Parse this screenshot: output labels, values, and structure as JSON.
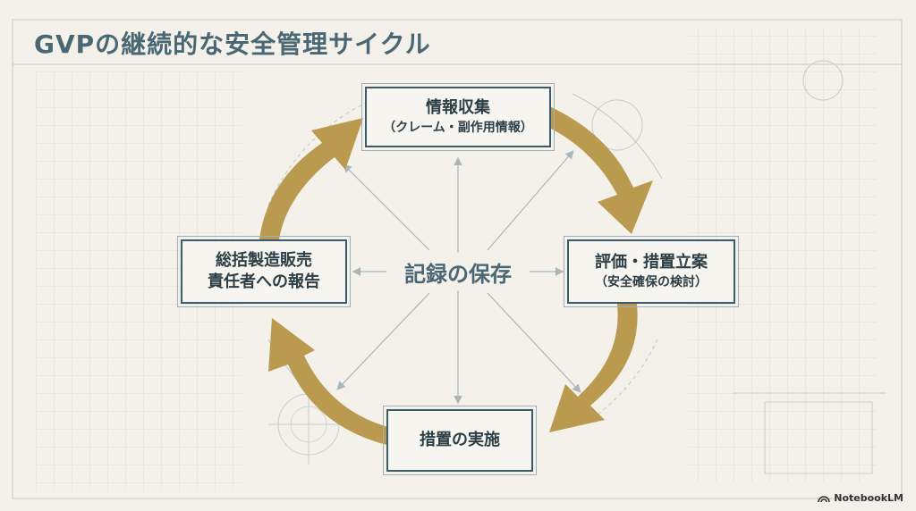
{
  "title": "GVPの継続的な安全管理サイクル",
  "center": "記録の保存",
  "steps": {
    "top": {
      "line1": "情報収集",
      "line2": "（クレーム・副作用情報）"
    },
    "right": {
      "line1": "評価・措置立案",
      "line2": "（安全確保の検討）"
    },
    "bottom": {
      "line1": "措置の実施"
    },
    "left": {
      "line1": "総括製造販売",
      "line2": "責任者への報告"
    }
  },
  "brand": "NotebookLM",
  "colors": {
    "accent_arrow": "#b99a4e",
    "title": "#4a6874",
    "box_border": "#3e5a66",
    "background": "#f3f1ea"
  }
}
